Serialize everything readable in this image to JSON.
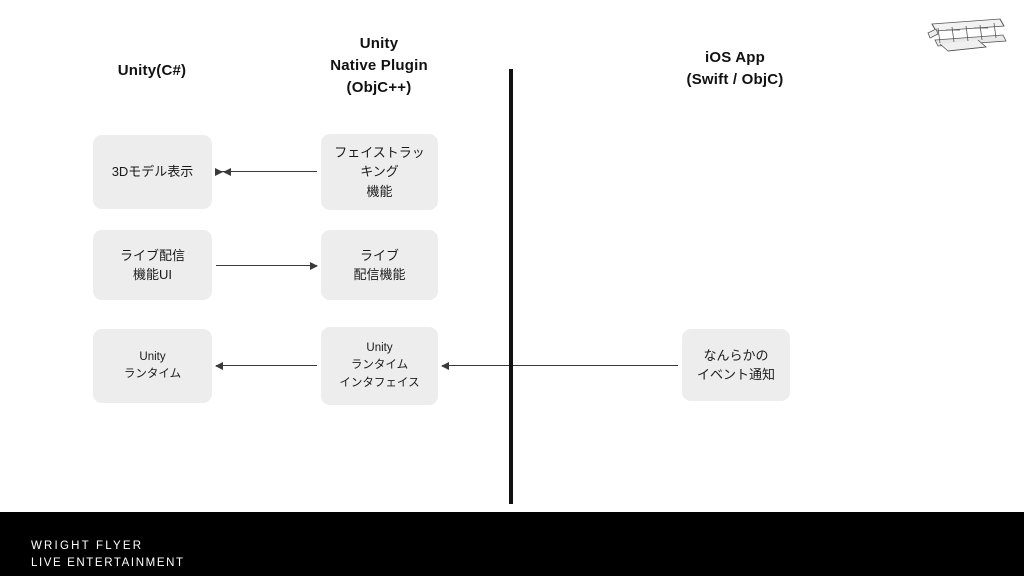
{
  "slide": {
    "columns": [
      {
        "id": "unity",
        "label": "Unity(C#)"
      },
      {
        "id": "plugin",
        "label": "Unity\nNative Plugin\n(ObjC++)"
      },
      {
        "id": "ios",
        "label": "iOS App\n(Swift / ObjC)"
      }
    ],
    "boxes": [
      {
        "id": "3dmodel",
        "label": "3Dモデル表示"
      },
      {
        "id": "face-tracking",
        "label": "フェイストラッ\nキング\n機能"
      },
      {
        "id": "live-ui",
        "label": "ライブ配信\n機能UI"
      },
      {
        "id": "live",
        "label": "ライブ\n配信機能"
      },
      {
        "id": "unity-runtime",
        "label": "Unity\nランタイム"
      },
      {
        "id": "unity-runtime-interface",
        "label": "Unity\nランタイム\nインタフェイス"
      },
      {
        "id": "event-notification",
        "label": "なんらかの\nイベント通知"
      }
    ],
    "colors": {
      "background": "#ffffff",
      "box_fill": "#ededed",
      "text": "#1a1a1a",
      "divider": "#111111",
      "footer": "#000000"
    }
  },
  "footer": {
    "logo_line1": "WRIGHT FLYER",
    "logo_line2": "LIVE ENTERTAINMENT"
  },
  "icons": {
    "flyer": "wright-flyer-icon"
  }
}
